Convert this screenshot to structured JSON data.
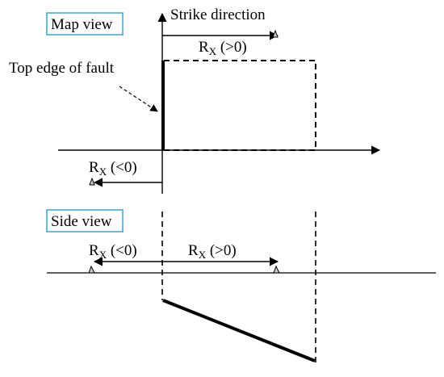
{
  "map_view": {
    "box_label": "Map view",
    "axis_label": "Strike direction",
    "fault_label": "Top edge of fault",
    "rx_pos": {
      "main": "R",
      "sub": "X",
      "cond": " (>0)"
    },
    "rx_neg": {
      "main": "R",
      "sub": "X",
      "cond": " (<0)"
    }
  },
  "side_view": {
    "box_label": "Side view",
    "rx_neg": {
      "main": "R",
      "sub": "X",
      "cond": " (<0)"
    },
    "rx_pos": {
      "main": "R",
      "sub": "X",
      "cond": " (>0)"
    }
  },
  "colors": {
    "box_border": "#2aa0c8",
    "ink": "#000000",
    "marker_fill": "#c8c8c8"
  }
}
